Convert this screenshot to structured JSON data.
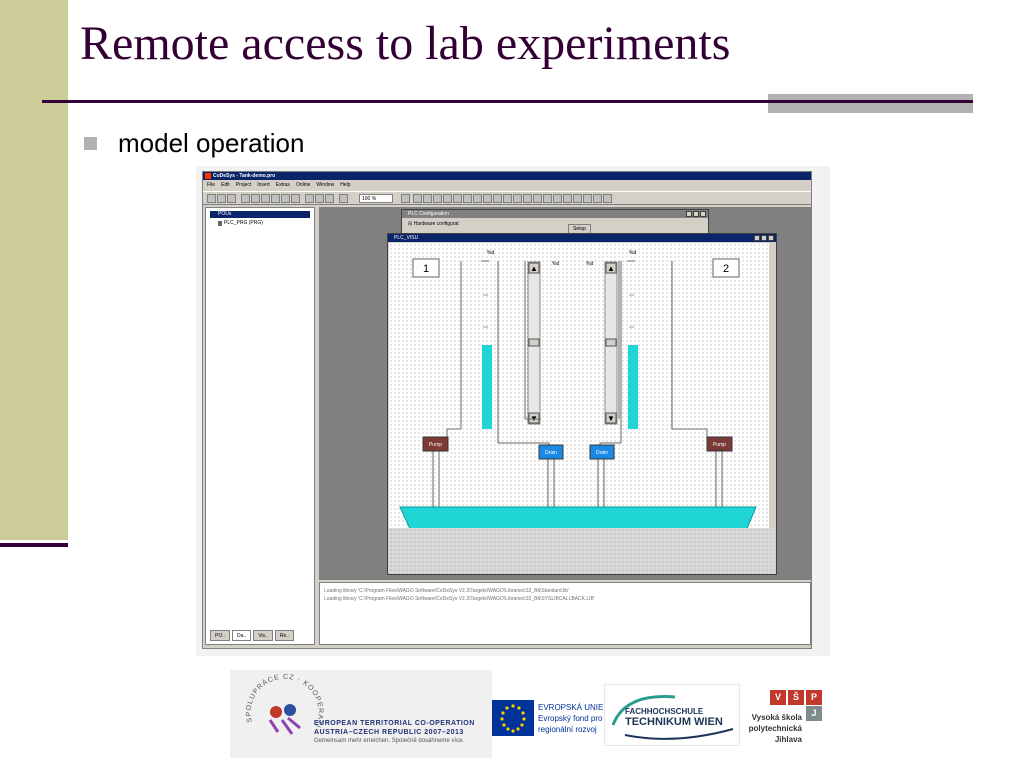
{
  "slide": {
    "title": "Remote access to lab experiments",
    "bullet": "model operation"
  },
  "app": {
    "window_title": "CoDeSys - Tank-demo.pro",
    "menu": [
      "File",
      "Edit",
      "Project",
      "Insert",
      "Extras",
      "Online",
      "Window",
      "Help"
    ],
    "zoom": "100 %",
    "tree": {
      "root": "POUs",
      "item": "PLC_PRG (PRG)"
    },
    "tabs": [
      "PO..",
      "Da..",
      "Vis..",
      "Re.."
    ],
    "windows": {
      "plc_config": "PLC Configuration",
      "hardware": "Hardware configurat",
      "setup_btn": "Setup",
      "viz": "PLC_VISU"
    },
    "viz": {
      "tank1": "1",
      "tank2": "2",
      "pct": "%d",
      "pump": "Pump",
      "drain": "Drain",
      "scroll_up": "▲",
      "scroll_down": "▼",
      "tank_levels": [
        0.5,
        0.5
      ],
      "colors": {
        "fluid": "#1fd6d6",
        "pump": "#7b3a35",
        "drain": "#1a8ae6",
        "titlebar": "#0a246a"
      }
    },
    "messages": [
      "Loading library 'C:\\Program Files\\WAGO Software\\CoDeSys V2.3\\Targets\\WAGO\\Libraries\\32_Bit\\Standard.lib'",
      "Loading library 'C:\\Program Files\\WAGO Software\\CoDeSys V2.3\\Targets\\WAGO\\Libraries\\32_Bit\\SYSLIBCALLBACK.LIB'"
    ]
  },
  "footer": {
    "ete_arc": "SPOLUPRÁCE CZ · KOOPERATION AT",
    "ete_line1": "EUROPEAN TERRITORIAL CO-OPERATION",
    "ete_line2": "AUSTRIA–CZECH REPUBLIC 2007–2013",
    "ete_line3": "Gemeinsam mehr erreichen. Společně dosáhneme více.",
    "eu_line1": "EVROPSKÁ UNIE",
    "eu_line2": "Evropský fond pro",
    "eu_line3": "regionální rozvoj",
    "tw_line1": "FACHHOCHSCHULE",
    "tw_line2": "TECHNIKUM WIEN",
    "vsp_letters": [
      "V",
      "Š",
      "P",
      "J"
    ],
    "vsp_line1": "Vysoká škola",
    "vsp_line2": "polytechnická",
    "vsp_line3": "Jihlava"
  }
}
